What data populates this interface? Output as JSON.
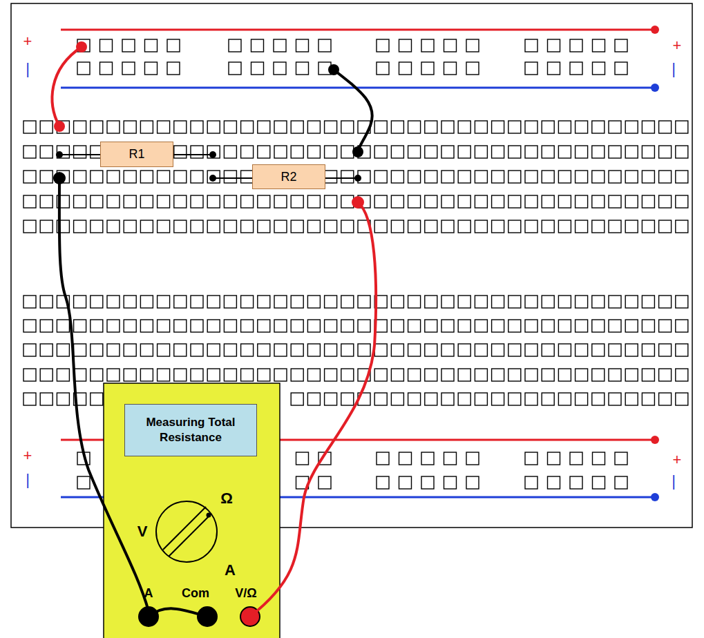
{
  "diagram": {
    "nodes": [
      {
        "text": [
          "R1"
        ]
      },
      {
        "text": [
          "R2"
        ]
      },
      {
        "text": [
          "Measuring Total Resistance"
        ]
      }
    ],
    "labels": [
      "+",
      "|",
      "+",
      "|",
      "+",
      "|",
      "+",
      "|",
      "V",
      "Ω",
      "A",
      "A",
      "Com",
      "V/Ω"
    ]
  }
}
